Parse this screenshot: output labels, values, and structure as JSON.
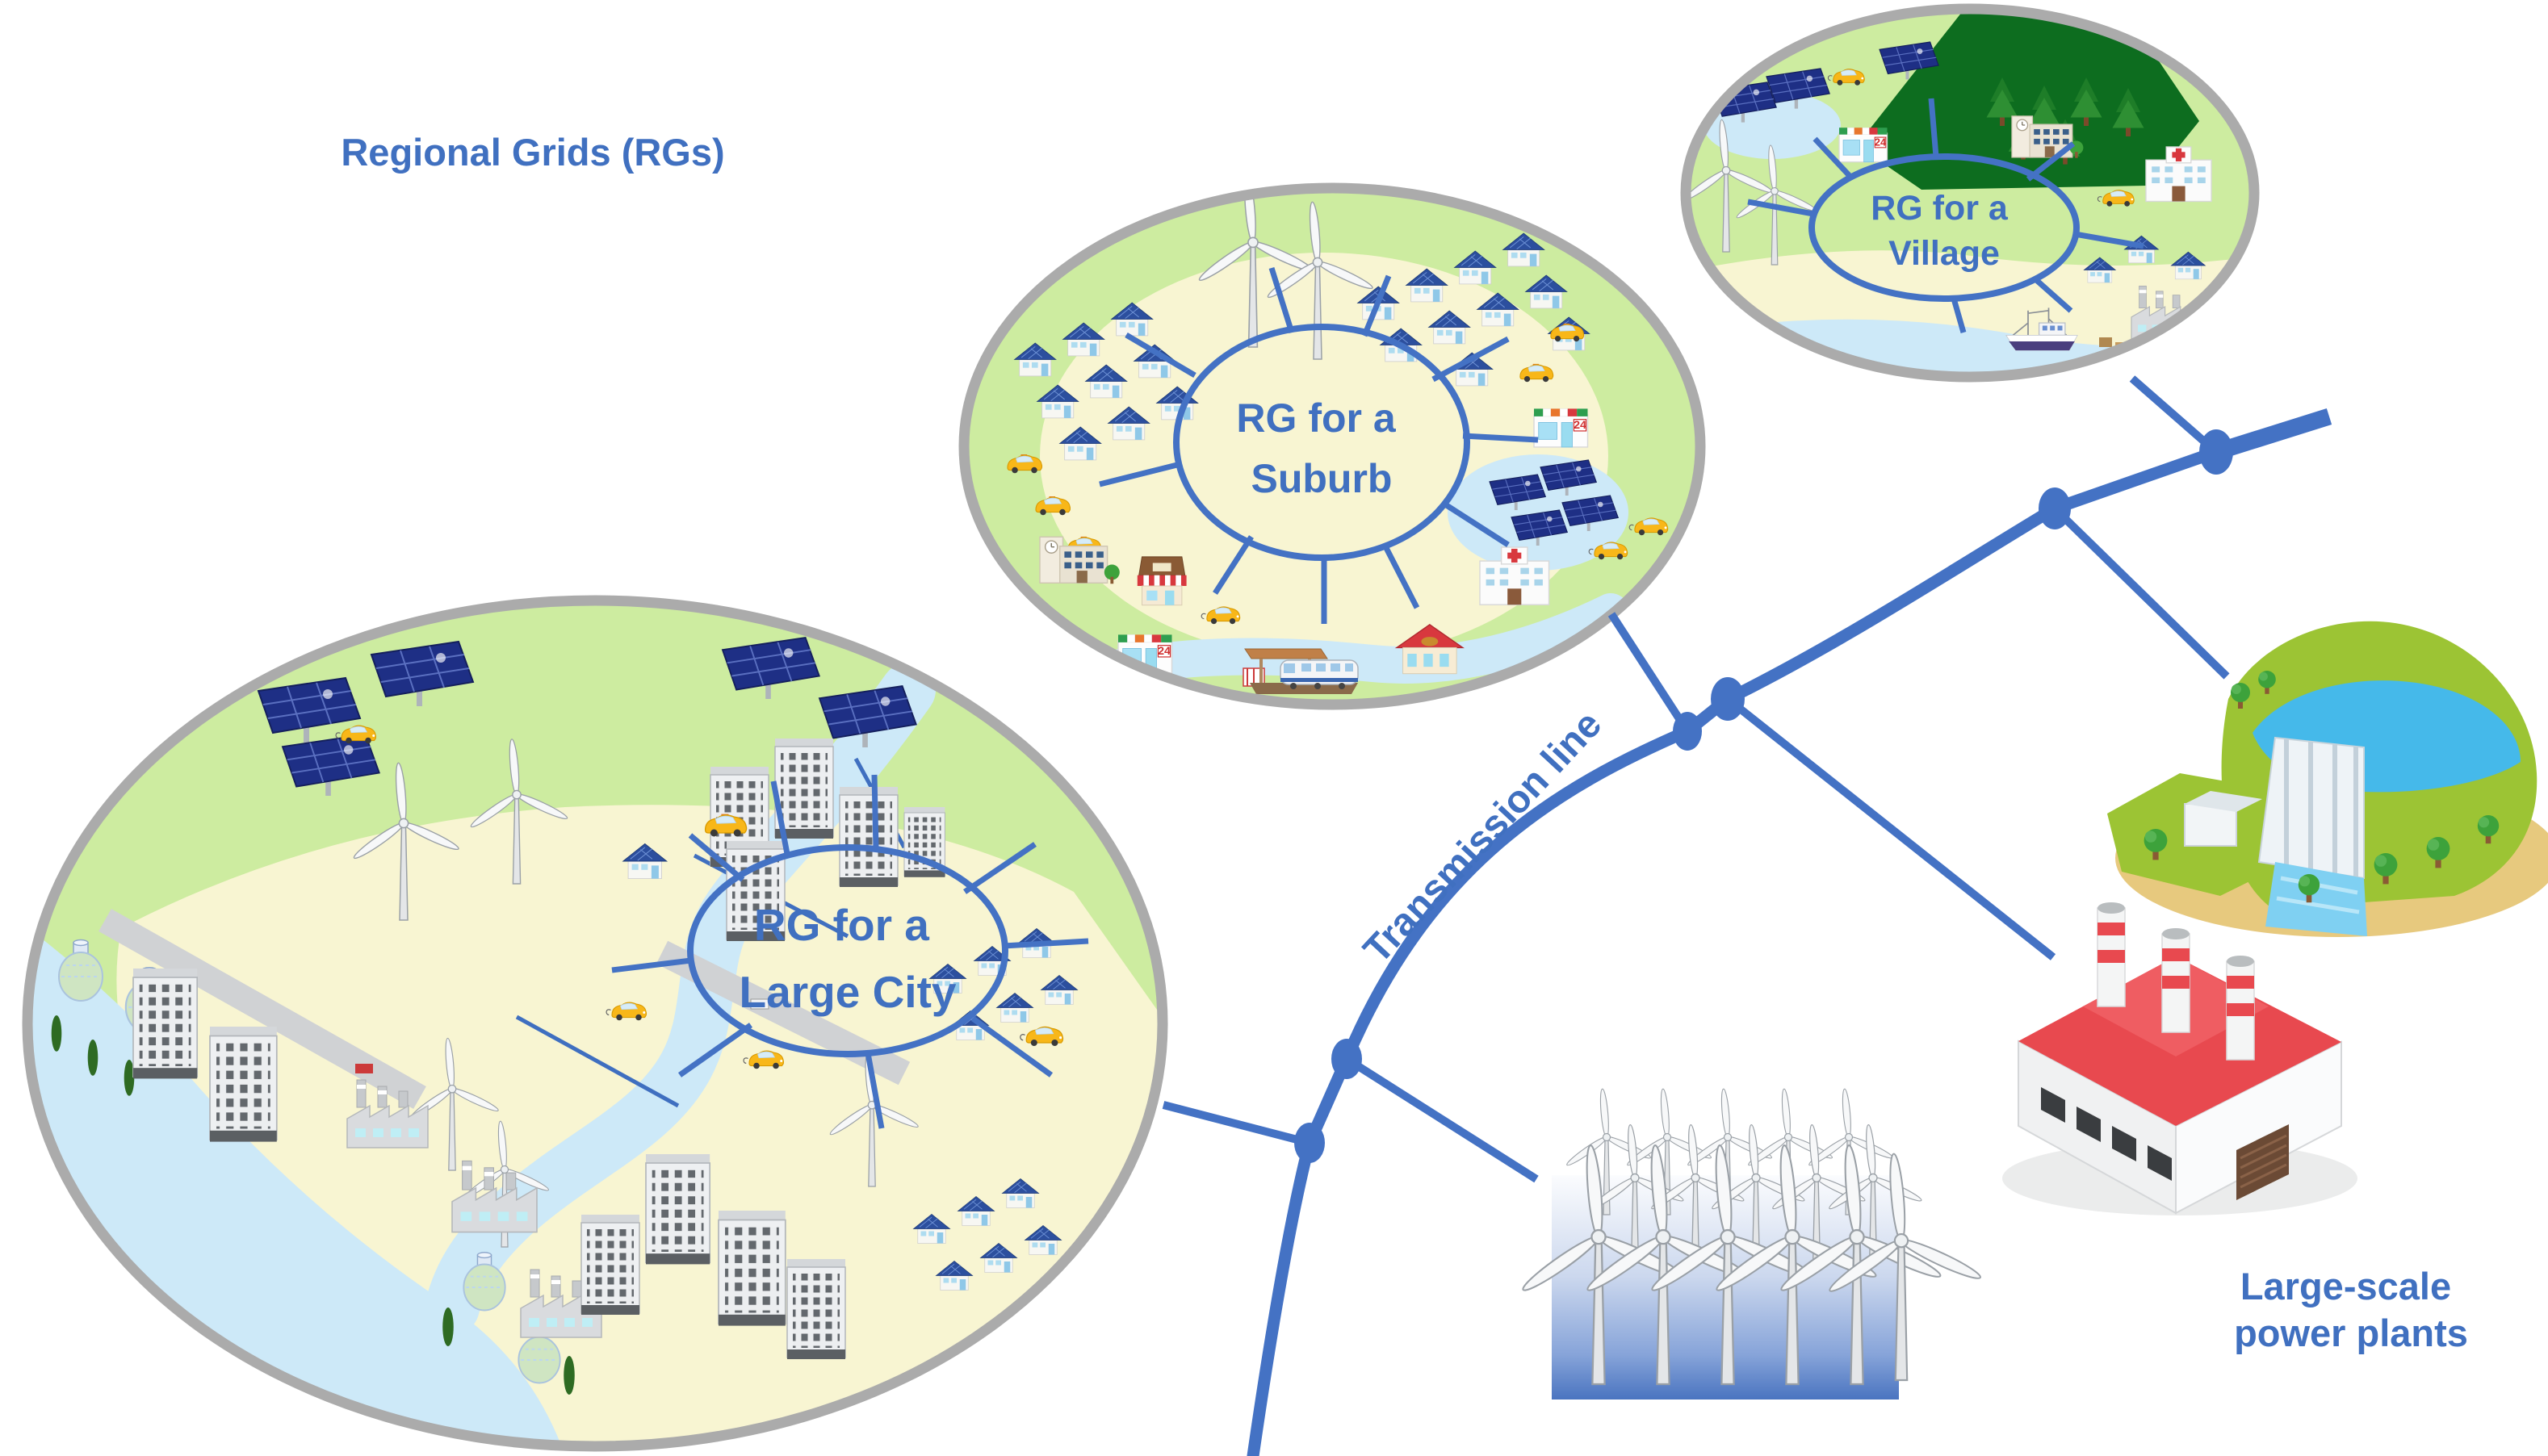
{
  "diagram": {
    "title": "Regional Grids (RGs)",
    "transmission_line_label": "Transmission line",
    "large_scale_label": {
      "line1": "Large-scale",
      "line2": "power plants"
    },
    "store_badge": "24",
    "regions": [
      {
        "id": "large-city",
        "label": {
          "line1": "RG for a",
          "line2": "Large City"
        },
        "elements": [
          "solar-panel-arrays",
          "wind-turbines",
          "office-towers",
          "factories",
          "gas-storage-tanks",
          "electric-cars-with-charging-cables",
          "taxi",
          "solar-roof-houses",
          "river-and-bay",
          "roads-with-cars",
          "cypress-trees"
        ]
      },
      {
        "id": "suburb",
        "label": {
          "line1": "RG for a",
          "line2": "Suburb"
        },
        "elements": [
          "solar-roof-houses",
          "wind-turbines",
          "electric-taxis",
          "school",
          "cafe",
          "convenience-stores-24h",
          "train-station",
          "restaurant",
          "hospital",
          "floating-solar-panels",
          "electric-cars"
        ]
      },
      {
        "id": "village",
        "label": {
          "line1": "RG for a",
          "line2": "Village"
        },
        "elements": [
          "forest-mountain",
          "solar-panels",
          "electric-car-with-charger",
          "convenience-store-24h",
          "wind-turbines",
          "school",
          "hospital",
          "solar-roof-houses",
          "small-factory",
          "fishing-boat-harbor"
        ]
      }
    ],
    "power_plants": [
      {
        "id": "offshore-wind-farm"
      },
      {
        "id": "thermal-power-plant"
      },
      {
        "id": "hydroelectric-dam"
      }
    ],
    "colors": {
      "accent_blue": "#4472C4",
      "label_blue": "#4070c0",
      "region_green": "#cdeca0",
      "sand_cream": "#f8f5d2",
      "water_blue": "#cde9f8",
      "ring_gray": "#ABABAB",
      "solar_navy": "#1e2f85",
      "plant_roof_red": "#e8494f",
      "forest_dark_green": "#0d6d1f",
      "dam_grass_green": "#9cc434"
    }
  }
}
